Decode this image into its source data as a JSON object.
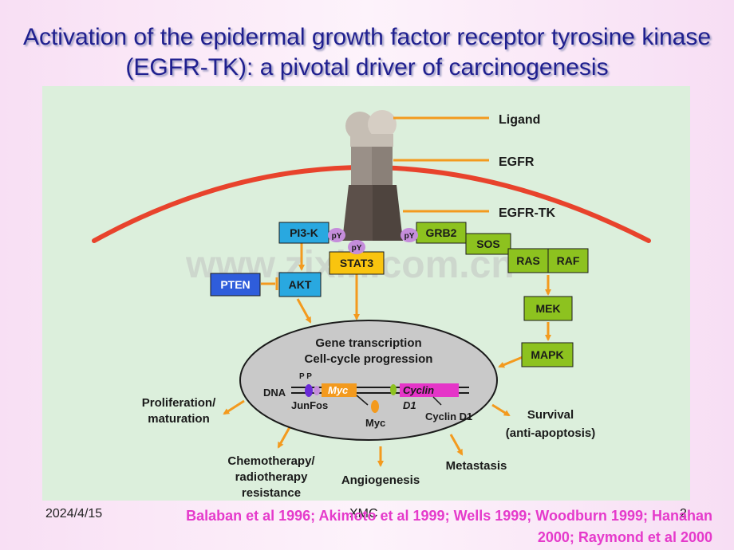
{
  "slide": {
    "title": "Activation of the epidermal growth factor receptor tyrosine kinase (EGFR-TK): a pivotal driver of carcinogenesis",
    "date": "2024/4/15",
    "org": "XMC",
    "page": "2",
    "references": "Balaban et al 1996; Akimoto et al 1999; Wells 1999; Woodburn 1999; Hanahan 2000; Raymond et al 2000",
    "watermark": "www.zixin.com.cn"
  },
  "diagram": {
    "receptor_labels": {
      "ligand": "Ligand",
      "egfr": "EGFR",
      "egfr_tk": "EGFR-TK"
    },
    "boxes": {
      "pi3k": "PI3-K",
      "grb2": "GRB2",
      "sos": "SOS",
      "ras": "RAS",
      "raf": "RAF",
      "stat3": "STAT3",
      "pten": "PTEN",
      "akt": "AKT",
      "mek": "MEK",
      "mapk": "MAPK"
    },
    "phospho_label": "pY",
    "nucleus": {
      "line1": "Gene transcription",
      "line2": "Cell-cycle progression",
      "dna": "DNA",
      "pp": "P P",
      "myc_gene": "Myc",
      "cyclin_gene_1": "Cyclin",
      "cyclin_gene_2": "D1",
      "junfos": "JunFos",
      "myc_protein": "Myc",
      "cyclin_protein": "Cyclin D1"
    },
    "outcomes": {
      "proliferation_1": "Proliferation/",
      "proliferation_2": "maturation",
      "chemo_1": "Chemotherapy/",
      "chemo_2": "radiotherapy",
      "chemo_3": "resistance",
      "angiogenesis": "Angiogenesis",
      "metastasis": "Metastasis",
      "survival_1": "Survival",
      "survival_2": "(anti-apoptosis)"
    },
    "colors": {
      "arrow": "#f39a1e",
      "membrane": "#e8432c",
      "box_blue": "#29a8e0",
      "box_green": "#8dc21f",
      "box_yellow": "#f9c40f",
      "box_pten": "#2f5ddb",
      "phospho": "#c58ddb",
      "nucleus": "#c9c9c9",
      "myc": "#f39a1e",
      "cyclin": "#e535c8"
    }
  }
}
